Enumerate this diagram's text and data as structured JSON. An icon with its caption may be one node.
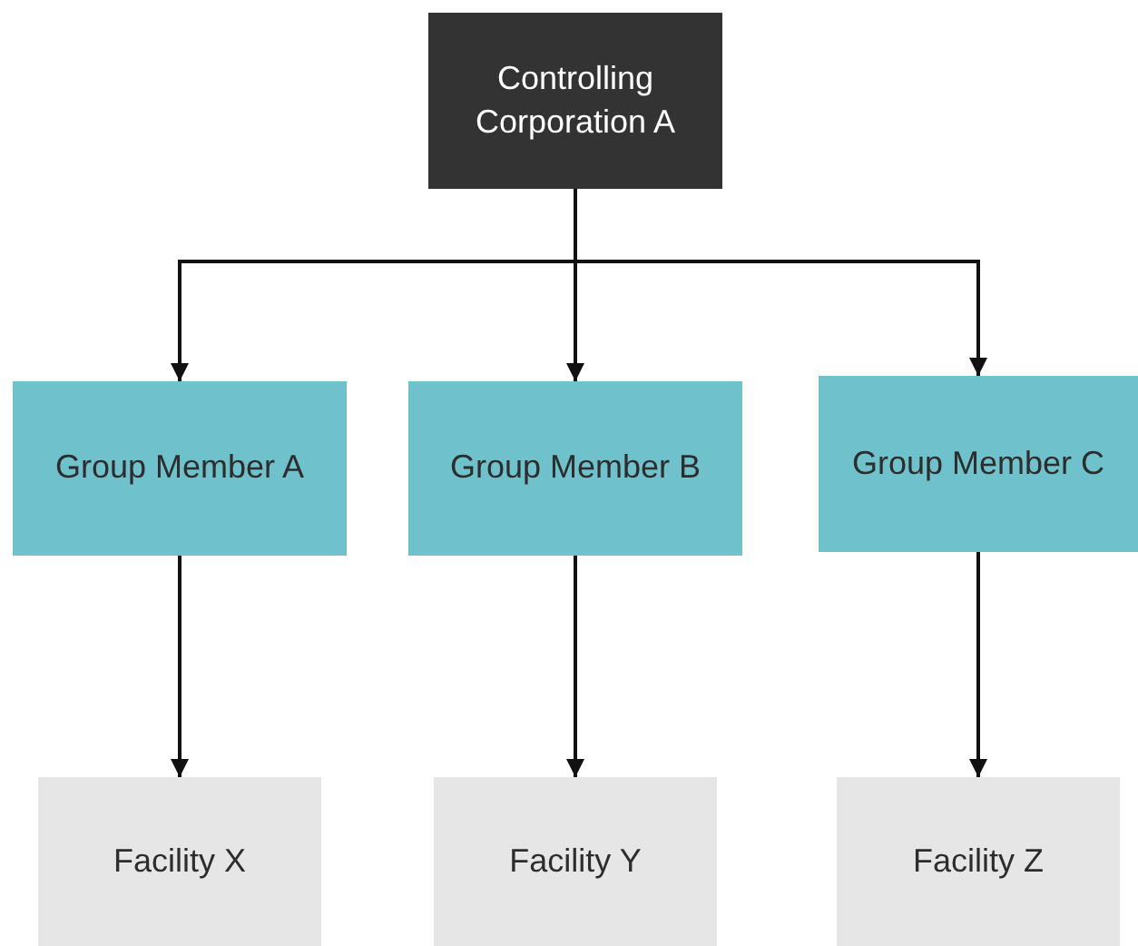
{
  "diagram": {
    "nodes": [
      {
        "text": [
          "Controlling Corporation A"
        ]
      },
      {
        "text": [
          "Group Member A"
        ]
      },
      {
        "text": [
          "Group Member B"
        ]
      },
      {
        "text": [
          "Group Member C"
        ]
      },
      {
        "text": [
          "Facility X"
        ]
      },
      {
        "text": [
          "Facility Y"
        ]
      },
      {
        "text": [
          "Facility Z"
        ]
      }
    ],
    "edges": [
      {
        "from": 0,
        "to": 1,
        "arrow": "to"
      },
      {
        "from": 0,
        "to": 2,
        "arrow": "to"
      },
      {
        "from": 0,
        "to": 3,
        "arrow": "to"
      },
      {
        "from": 1,
        "to": 4,
        "arrow": "to"
      },
      {
        "from": 2,
        "to": 5,
        "arrow": "to"
      },
      {
        "from": 3,
        "to": 6,
        "arrow": "to"
      }
    ]
  }
}
